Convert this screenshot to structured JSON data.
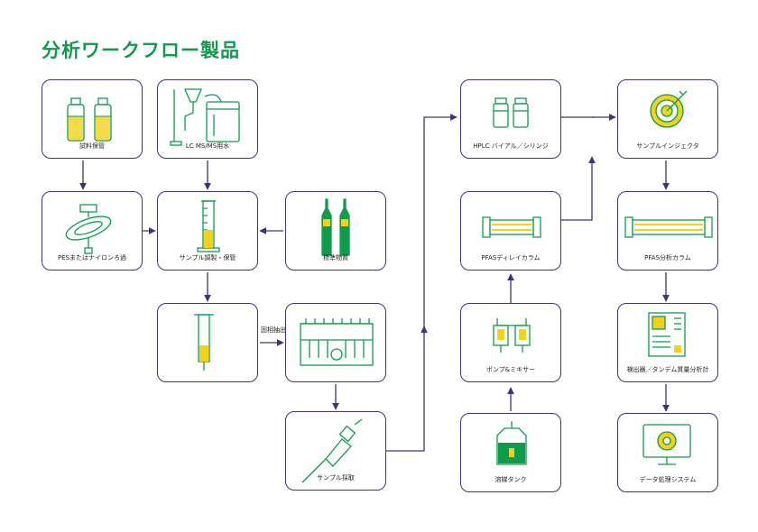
{
  "title": "分析ワークフロー製品",
  "colors": {
    "accent": "#0e9b4b",
    "stroke": "#3f3377",
    "highlight": "#f2d21c"
  },
  "nodes": {
    "vials": {
      "label": "試料保管",
      "icon": "sample-vials-icon"
    },
    "lcms_water": {
      "label": "LC MS/MS用水",
      "icon": "water-purification-icon"
    },
    "filter": {
      "label": "PESまたはナイロンろ過",
      "icon": "syringe-filter-icon"
    },
    "prep": {
      "label": "サンプル調製・保管",
      "icon": "graduated-cylinder-icon"
    },
    "standards": {
      "label": "標準物質",
      "icon": "ampoule-icon"
    },
    "spe_cartridge": {
      "label": "",
      "icon": "spe-cartridge-icon"
    },
    "spe_manifold": {
      "label": "",
      "icon": "spe-manifold-icon"
    },
    "sampling": {
      "label": "サンプル採取",
      "icon": "pipette-icon"
    },
    "hplc_vials": {
      "label": "HPLC バイアル／シリンジ",
      "icon": "hplc-vial-icon"
    },
    "delay_column": {
      "label": "PFASディレイカラム",
      "icon": "delay-column-icon"
    },
    "pump": {
      "label": "ポンプ&ミキサー",
      "icon": "pump-mixer-icon"
    },
    "solvent": {
      "label": "溶媒タンク",
      "icon": "solvent-tank-icon"
    },
    "injector": {
      "label": "サンプルインジェクタ",
      "icon": "target-injector-icon"
    },
    "analytical_column": {
      "label": "PFAS分析カラム",
      "icon": "analytical-column-icon"
    },
    "detector": {
      "label": "検出器／タンデム質量分析計",
      "icon": "detector-chip-icon"
    },
    "data": {
      "label": "データ処理システム",
      "icon": "data-system-monitor-icon"
    }
  },
  "edge_labels": {
    "spe": "固相抽出"
  }
}
